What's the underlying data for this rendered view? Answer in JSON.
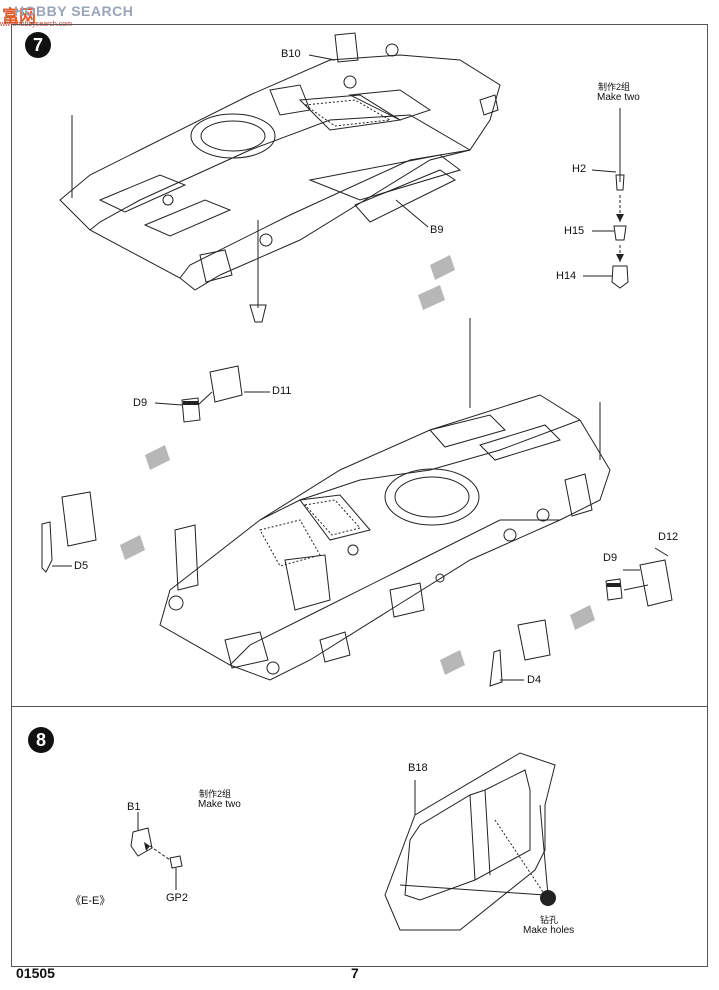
{
  "watermark": {
    "brand": "SEARCH",
    "brand_prefix": "HOBBY",
    "cn": "富网",
    "url": "www.hobbysearch.com"
  },
  "step7": {
    "number": "7",
    "make_two_cn": "制作2组",
    "make_two_en": "Make two",
    "labels": [
      "B10",
      "B9",
      "H2",
      "H15",
      "H14",
      "D9",
      "D11",
      "D5",
      "D12",
      "D9",
      "D4"
    ]
  },
  "step8": {
    "number": "8",
    "make_two_cn": "制作2组",
    "make_two_en": "Make two",
    "labels": [
      "B1",
      "GP2",
      "B18"
    ],
    "view_label": "《E-E》",
    "holes_cn": "钻孔",
    "holes_en": "Make holes"
  },
  "footer": {
    "code": "01505",
    "page": "7"
  }
}
